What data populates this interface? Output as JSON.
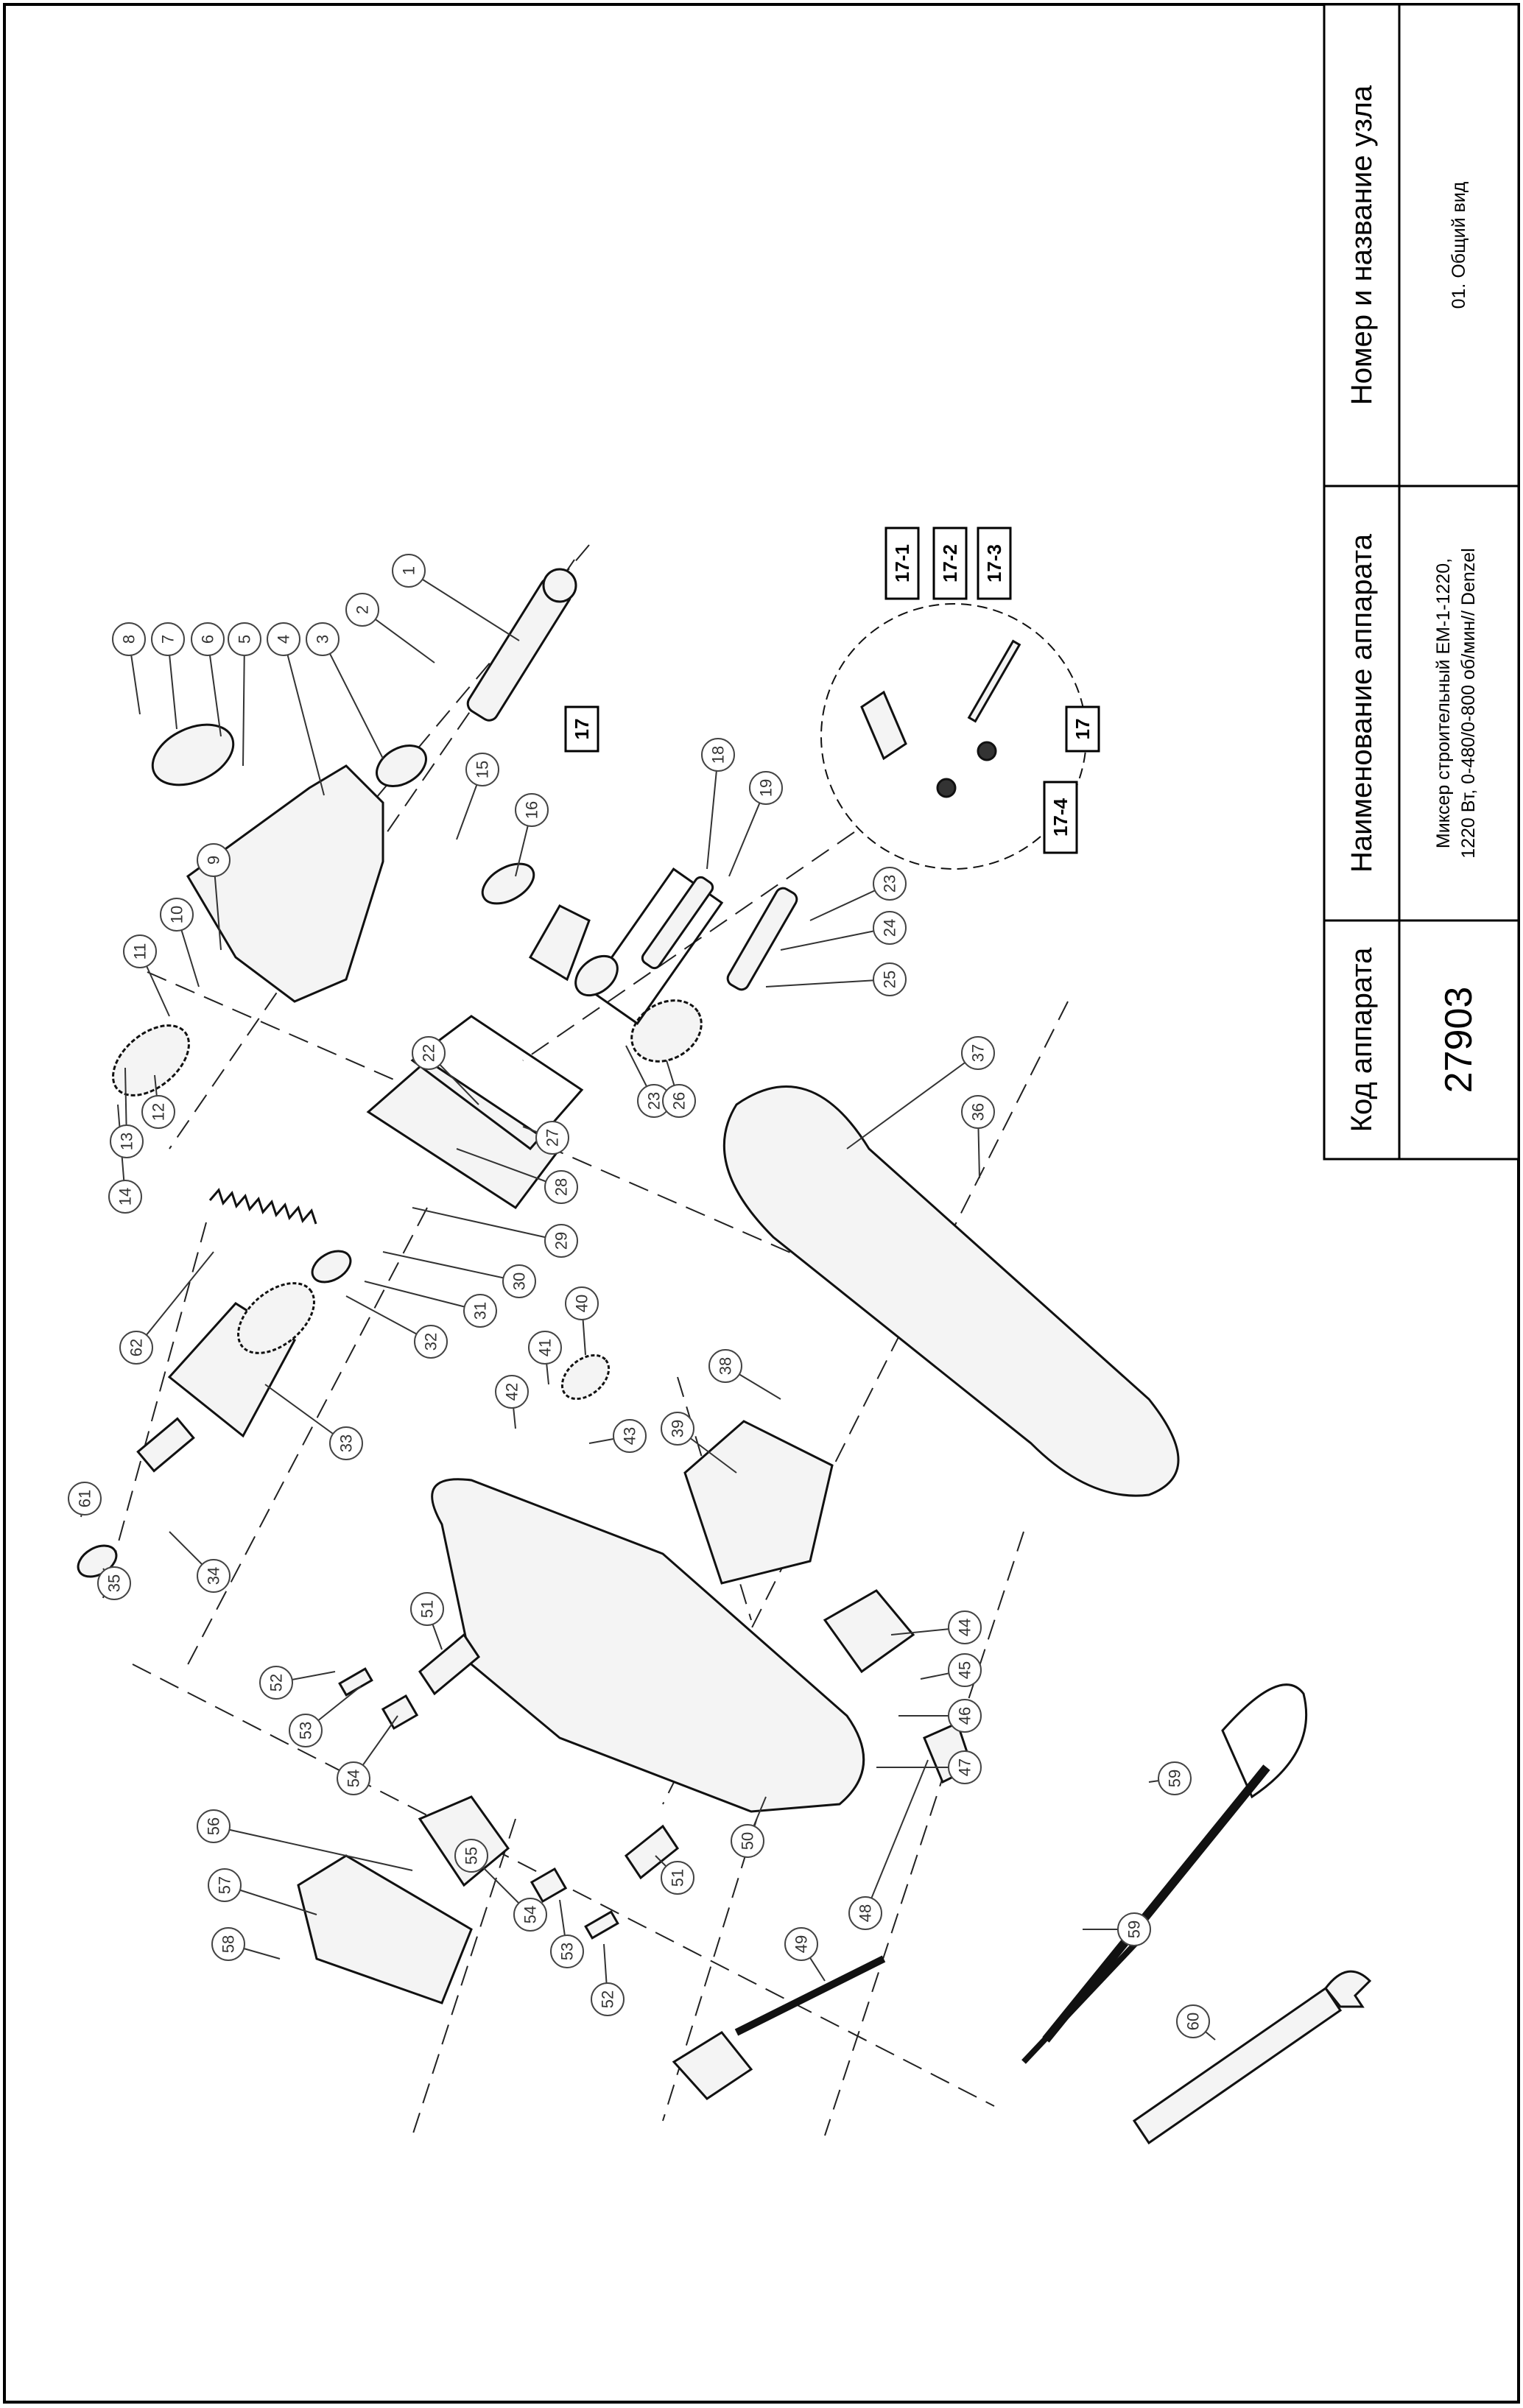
{
  "title_block": {
    "code_header": "Код аппарата",
    "code_value": "27903",
    "device_header": "Наименование аппарата",
    "device_line1": "Миксер строительный EM-1-1220,",
    "device_line2": "1220 Вт, 0-480/0-800 об/мин// Denzel",
    "node_header": "Номер и название узла",
    "node_value": "01. Общий вид"
  },
  "diagram": {
    "part_labels": [
      "1",
      "2",
      "3",
      "4",
      "5",
      "6",
      "7",
      "8",
      "9",
      "10",
      "11",
      "12",
      "13",
      "14",
      "15",
      "16",
      "18",
      "19",
      "22",
      "23",
      "23",
      "24",
      "25",
      "26",
      "27",
      "28",
      "29",
      "30",
      "31",
      "32",
      "33",
      "34",
      "35",
      "36",
      "37",
      "38",
      "39",
      "40",
      "41",
      "42",
      "43",
      "44",
      "45",
      "46",
      "47",
      "48",
      "49",
      "50",
      "51",
      "51",
      "52",
      "52",
      "53",
      "53",
      "54",
      "54",
      "55",
      "56",
      "57",
      "58",
      "59",
      "59",
      "60",
      "61",
      "62"
    ],
    "box_labels": [
      "17",
      "17",
      "17-1",
      "17-2",
      "17-3",
      "17-4"
    ]
  }
}
